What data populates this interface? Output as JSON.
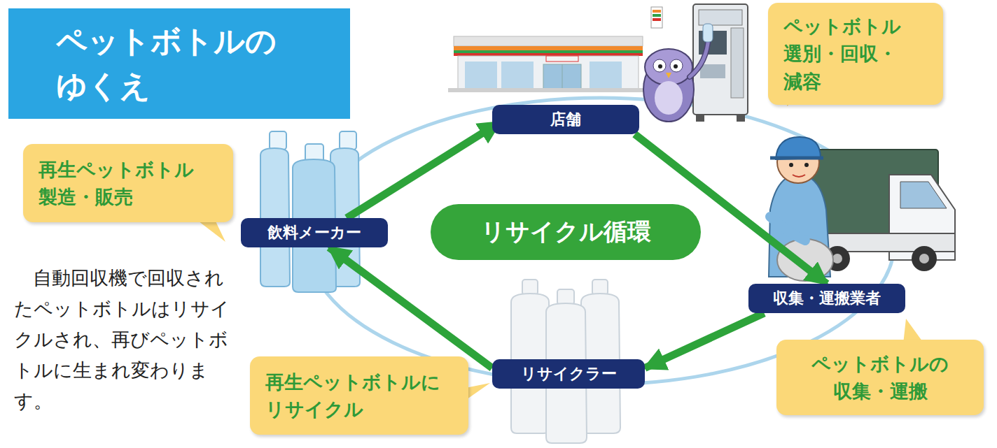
{
  "diagram": {
    "title": "ペットボトルの ゆくえ",
    "nodes": [
      {
        "text": [
          "店舗"
        ]
      },
      {
        "text": [
          "ペットボトル 選別・回収・減容"
        ]
      },
      {
        "text": [
          "飲料メーカー"
        ]
      },
      {
        "text": [
          "再生ペットボトル 製造・販売"
        ]
      },
      {
        "text": [
          "リサイクル循環"
        ]
      },
      {
        "text": [
          "収集・運搬業者"
        ]
      },
      {
        "text": [
          "ペットボトルの 収集・運搬"
        ]
      },
      {
        "text": [
          "リサイクラー"
        ]
      },
      {
        "text": [
          "再生ペットボトルに リサイクル"
        ]
      }
    ],
    "edges": [
      {
        "from": 2,
        "to": 0,
        "arrow": "to"
      },
      {
        "from": 0,
        "to": 5,
        "arrow": "to"
      },
      {
        "from": 5,
        "to": 7,
        "arrow": "to"
      },
      {
        "from": 7,
        "to": 2,
        "arrow": "to"
      }
    ],
    "labels": [
      "自動回収機で回収されたペットボトルはリサイクルされ、再びペットボトルに生まれ変わります。"
    ]
  }
}
